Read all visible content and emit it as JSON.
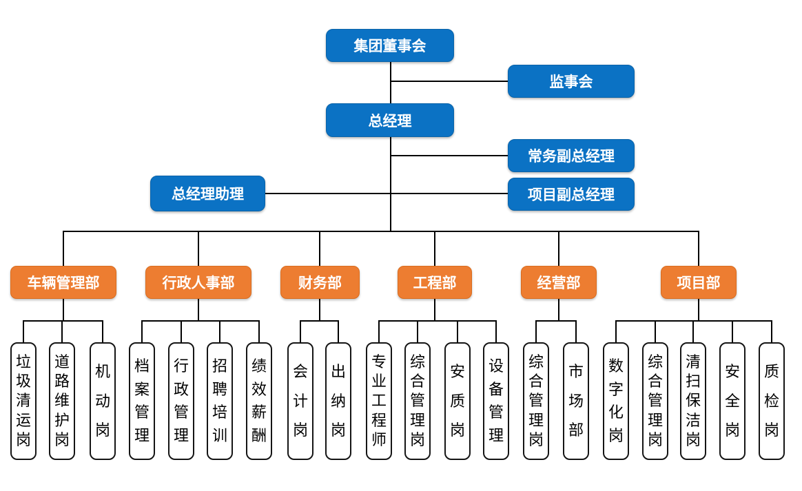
{
  "colors": {
    "executive_box": "#0b72c4",
    "department_box": "#ed7d31",
    "post_box_background": "#ffffff",
    "post_box_border": "#141414",
    "connector": "#000000",
    "box_text": "#ffffff",
    "post_text": "#000000"
  },
  "org": {
    "board": "集团董事会",
    "supervisory_board": "监事会",
    "general_manager": "总经理",
    "executive_deputy_gm": "常务副总经理",
    "project_deputy_gm": "项目副总经理",
    "gm_assistant": "总经理助理",
    "departments": [
      {
        "name": "车辆管理部",
        "posts": [
          "垃圾清运岗",
          "道路维护岗",
          "机动岗"
        ]
      },
      {
        "name": "行政人事部",
        "posts": [
          "档案管理",
          "行政管理",
          "招聘培训",
          "绩效薪酬"
        ]
      },
      {
        "name": "财务部",
        "posts": [
          "会计岗",
          "出纳岗"
        ]
      },
      {
        "name": "工程部",
        "posts": [
          "专业工程师",
          "综合管理岗",
          "安质岗",
          "设备管理"
        ]
      },
      {
        "name": "经营部",
        "posts": [
          "综合管理岗",
          "市场部"
        ]
      },
      {
        "name": "项目部",
        "posts": [
          "数字化岗",
          "综合管理岗",
          "清扫保洁岗",
          "安全岗",
          "质检岗"
        ]
      }
    ]
  }
}
